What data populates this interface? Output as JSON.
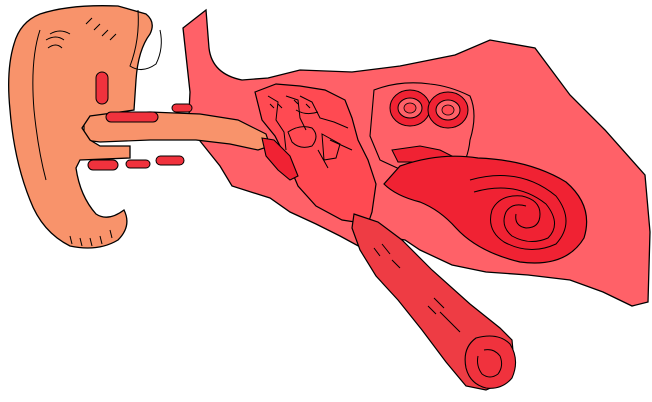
{
  "diagram": {
    "parts": [
      {
        "id": "outer-ear",
        "color": "#f8936b"
      },
      {
        "id": "temporal-bone",
        "color": "#ff6168"
      },
      {
        "id": "middle-ear",
        "color": "#ff4a52"
      },
      {
        "id": "inner-ear",
        "color": "#f02233"
      },
      {
        "id": "eustachian-tube",
        "color": "#ee3c44"
      },
      {
        "id": "cartilage-bits",
        "color": "#f0323d"
      }
    ],
    "outline_color": "#000000",
    "background": "#ffffff"
  }
}
